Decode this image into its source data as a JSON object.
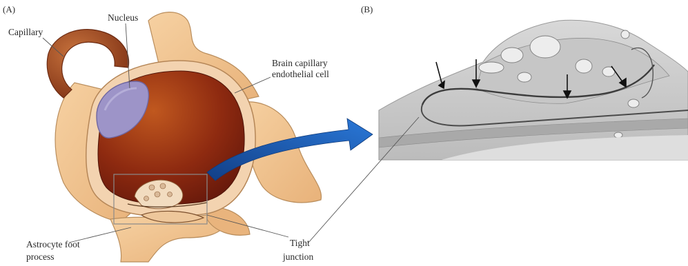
{
  "panel_a": {
    "letter": "(A)",
    "labels": {
      "capillary": "Capillary",
      "nucleus": "Nucleus",
      "endothelial_line1": "Brain capillary",
      "endothelial_line2": "endothelial cell",
      "astrocyte_line1": "Astrocyte foot",
      "astrocyte_line2": "process",
      "tight_line1": "Tight",
      "tight_line2": "junction"
    }
  },
  "panel_b": {
    "letter": "(B)"
  },
  "colors": {
    "astrocyte": "#f0c392",
    "astrocyte_edge": "#b98d5c",
    "lumen_dark": "#7a1d0c",
    "lumen_light": "#b8531e",
    "endothelial": "#f3d3b0",
    "nucleus": "#9d94c8",
    "arrow_blue": "#1f63c6",
    "micrograph_bg": "#cfcfcf"
  },
  "icons": {
    "zoom_arrow": "curved-arrow-right",
    "micrograph_arrows": "arrow-down"
  }
}
